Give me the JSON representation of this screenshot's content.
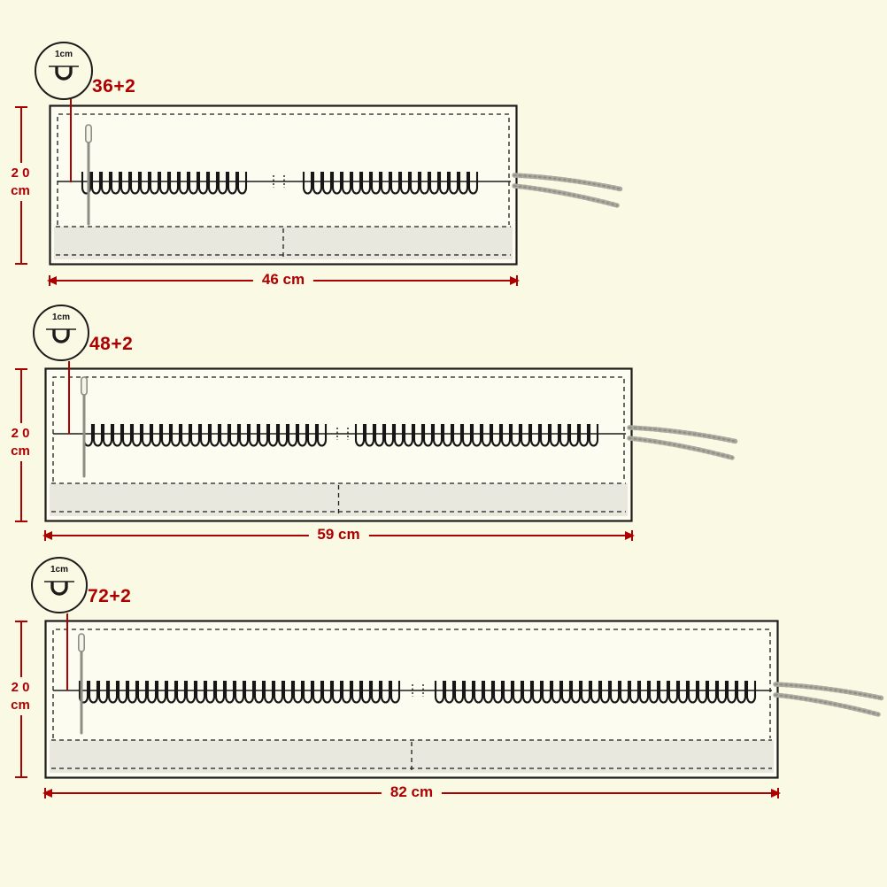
{
  "page": {
    "description": "Roll-up pen/hook case size diagram with three variants"
  },
  "colors": {
    "accent": "#AD0000",
    "background": "#FAF9E3",
    "line": "#1C1C1C"
  },
  "cases": [
    {
      "slot_count_label": "36+2",
      "loop_size_label": "1cm",
      "height_value": "2 0",
      "height_unit": "cm",
      "width_label": "46 cm"
    },
    {
      "slot_count_label": "48+2",
      "loop_size_label": "1cm",
      "height_value": "2 0",
      "height_unit": "cm",
      "width_label": "59 cm"
    },
    {
      "slot_count_label": "72+2",
      "loop_size_label": "1cm",
      "height_value": "2 0",
      "height_unit": "cm",
      "width_label": "82 cm"
    }
  ]
}
